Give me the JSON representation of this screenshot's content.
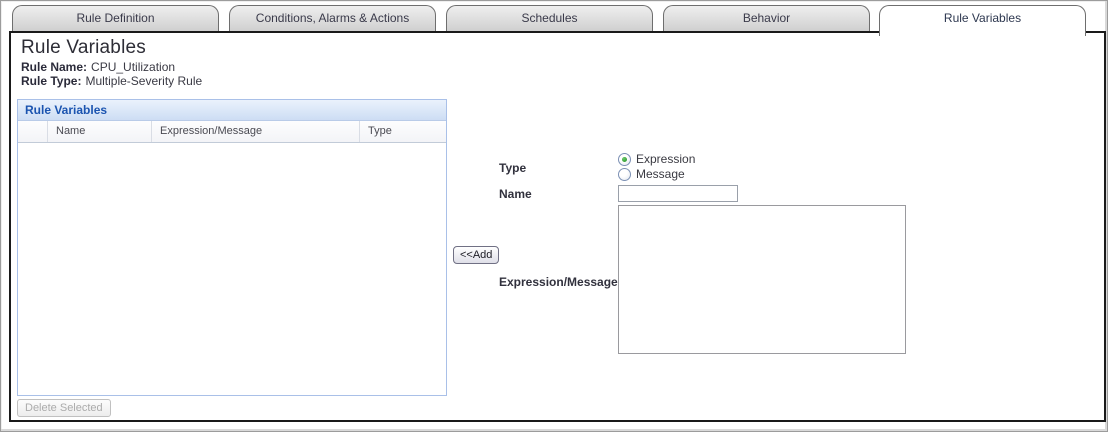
{
  "tabs": [
    {
      "label": "Rule Definition",
      "active": false
    },
    {
      "label": "Conditions, Alarms & Actions",
      "active": false
    },
    {
      "label": "Schedules",
      "active": false
    },
    {
      "label": "Behavior",
      "active": false
    },
    {
      "label": "Rule Variables",
      "active": true
    }
  ],
  "page": {
    "title": "Rule Variables",
    "rule_name_label": "Rule Name:",
    "rule_name_value": "CPU_Utilization",
    "rule_type_label": "Rule Type:",
    "rule_type_value": "Multiple-Severity Rule"
  },
  "table_panel": {
    "header": "Rule Variables",
    "columns": [
      "",
      "Name",
      "Expression/Message",
      "Type"
    ],
    "rows": [],
    "delete_button_label": "Delete Selected",
    "delete_button_enabled": false
  },
  "form": {
    "type_label": "Type",
    "type_options": [
      {
        "label": "Expression",
        "selected": true
      },
      {
        "label": "Message",
        "selected": false
      }
    ],
    "name_label": "Name",
    "name_value": "",
    "add_button_label": "<<Add",
    "expression_label": "Expression/Message",
    "expression_value": ""
  },
  "colors": {
    "panel_header_text": "#1b54b0",
    "panel_border": "#a9c0e8",
    "tab_inactive_bg": "#d4d4d4",
    "radio_selected_dot": "#2f9e2f",
    "content_border": "#1a1a1a"
  }
}
